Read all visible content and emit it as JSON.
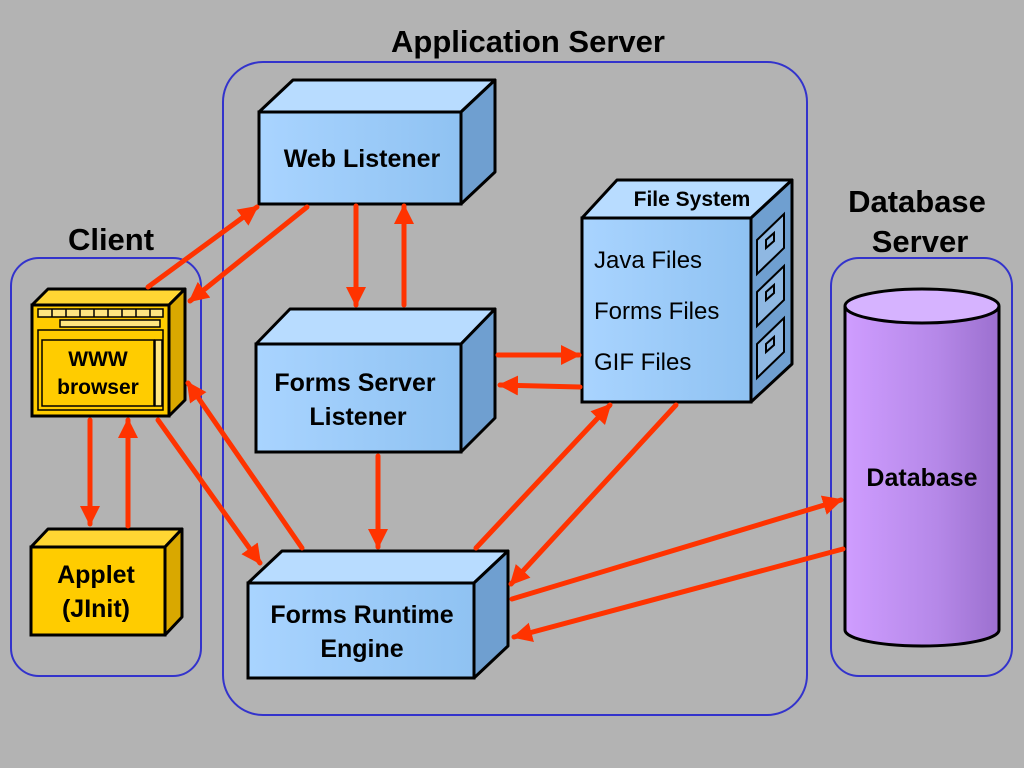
{
  "regions": {
    "client": "Client",
    "application_server": "Application Server",
    "database_server": [
      "Database",
      "Server"
    ]
  },
  "nodes": {
    "web_listener": "Web Listener",
    "forms_server_listener": [
      "Forms Server",
      "Listener"
    ],
    "forms_runtime_engine": [
      "Forms Runtime",
      "Engine"
    ],
    "www_browser": [
      "WWW",
      "browser"
    ],
    "applet": [
      "Applet",
      "(JInit)"
    ],
    "database": "Database"
  },
  "file_system": {
    "title": "File System",
    "files": [
      "Java Files",
      "Forms Files",
      "GIF Files"
    ]
  },
  "colors": {
    "background": "#b3b3b3",
    "region_border": "#3333cc",
    "blue_box": "#99ccff",
    "gold_box": "#ffcc00",
    "database": "#cc99ff",
    "arrow": "#ff3300"
  }
}
